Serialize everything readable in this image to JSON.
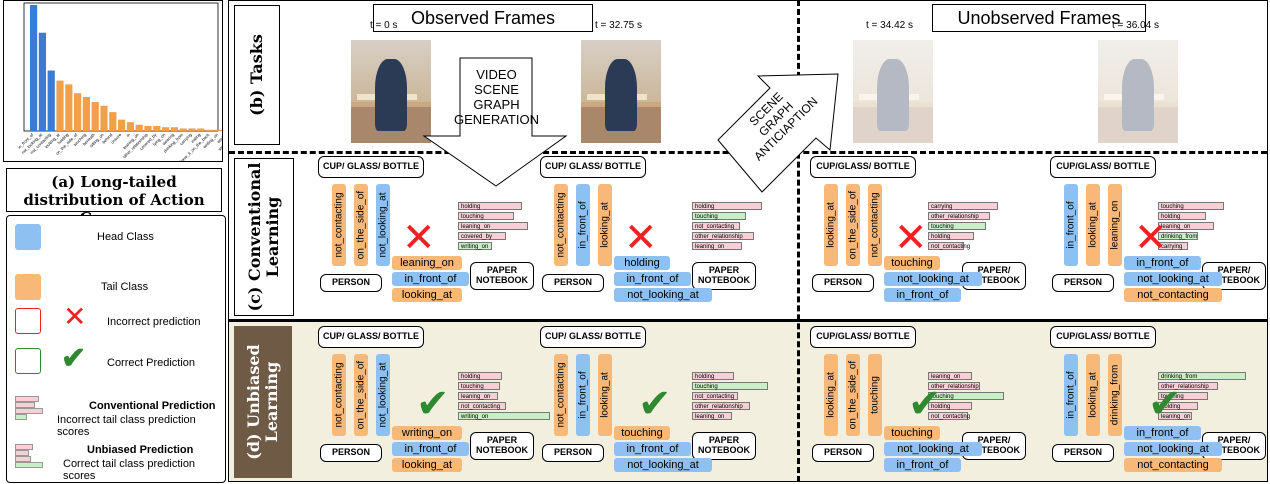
{
  "chart_panel": {
    "caption_line1": "(a) Long-tailed",
    "caption_line2": "distribution of Action Genome",
    "bars": [
      {
        "label": "in_front_of",
        "value": 100,
        "cls": "head"
      },
      {
        "label": "not_looking_at",
        "value": 78,
        "cls": "head"
      },
      {
        "label": "not_contacting",
        "value": 48,
        "cls": "head"
      },
      {
        "label": "looking_at",
        "value": 40,
        "cls": "tail"
      },
      {
        "label": "holding",
        "value": 37,
        "cls": "tail"
      },
      {
        "label": "on_the_side_of",
        "value": 30,
        "cls": "tail"
      },
      {
        "label": "touching",
        "value": 27,
        "cls": "tail"
      },
      {
        "label": "beneath",
        "value": 23,
        "cls": "tail"
      },
      {
        "label": "sitting_on",
        "value": 20,
        "cls": "tail"
      },
      {
        "label": "behind",
        "value": 15,
        "cls": "tail"
      },
      {
        "label": "unsure",
        "value": 9,
        "cls": "tail"
      },
      {
        "label": "in",
        "value": 7,
        "cls": "tail"
      },
      {
        "label": "leaning_on",
        "value": 5,
        "cls": "tail"
      },
      {
        "label": "other_relationship",
        "value": 4,
        "cls": "tail"
      },
      {
        "label": "covered_by",
        "value": 4,
        "cls": "tail"
      },
      {
        "label": "lying_on",
        "value": 3,
        "cls": "tail"
      },
      {
        "label": "wearing",
        "value": 3,
        "cls": "tail"
      },
      {
        "label": "drinking_from",
        "value": 2,
        "cls": "tail"
      },
      {
        "label": "carrying",
        "value": 2,
        "cls": "tail"
      },
      {
        "label": "eating",
        "value": 2,
        "cls": "tail"
      },
      {
        "label": "have_it_on_the_back",
        "value": 1,
        "cls": "tail"
      },
      {
        "label": "writing_on",
        "value": 1,
        "cls": "tail"
      },
      {
        "label": "wiping",
        "value": 1,
        "cls": "tail"
      },
      {
        "label": "standing_on",
        "value": 1,
        "cls": "tail"
      }
    ]
  },
  "chart_data": {
    "type": "bar",
    "categories": [
      "in_front_of",
      "not_looking_at",
      "not_contacting",
      "looking_at",
      "holding",
      "on_the_side_of",
      "touching",
      "beneath",
      "sitting_on",
      "behind",
      "unsure",
      "in",
      "leaning_on",
      "other_relationship",
      "covered_by",
      "lying_on",
      "wearing",
      "drinking_from",
      "carrying",
      "eating",
      "have_it_on_the_back",
      "writing_on",
      "wiping",
      "standing_on"
    ],
    "values": [
      100,
      78,
      48,
      40,
      37,
      30,
      27,
      23,
      20,
      15,
      9,
      7,
      5,
      4,
      4,
      3,
      3,
      2,
      2,
      2,
      1,
      1,
      1,
      1
    ],
    "title": "(a) Long-tailed distribution of Action Genome",
    "xlabel": "",
    "ylabel": "",
    "colors": {
      "head": "#3a7bd5",
      "tail": "#f0a04b"
    }
  },
  "legend": {
    "head_class": "Head Class",
    "tail_class": "Tail Class",
    "incorrect": "Incorrect prediction",
    "correct": "Correct Prediction",
    "conv_title": "Conventional Prediction",
    "conv_desc": "Incorrect tail class prediction scores",
    "unb_title": "Unbiased Prediction",
    "unb_desc": "Correct tail class prediction scores",
    "colors": {
      "head": "#8ec1f2",
      "tail": "#f8b878",
      "red": "#e22222",
      "green": "#2f8a2f"
    }
  },
  "tasks": {
    "row_label": "(b) Tasks",
    "observed": "Observed Frames",
    "unobserved": "Unobserved Frames",
    "times": [
      "t = 0 s",
      "t = 32.75 s",
      "t = 34.42 s",
      "t = 36.04 s"
    ],
    "vsgg_arrow": [
      "VIDEO",
      "SCENE",
      "GRAPH",
      "GENERATION"
    ],
    "sga_arrow": [
      "SCENE",
      "GRAPH",
      "ANTICIAPTION"
    ]
  },
  "conventional": {
    "row_label_1": "(c) Conventional",
    "row_label_2": "Learning",
    "panels": [
      {
        "object": "CUP/ GLASS/ BOTTLE",
        "person": "PERSON",
        "paper": "PAPER NOTEBOOK",
        "vrels": [
          "not_contacting",
          "on_the_side_of",
          "not_looking_at"
        ],
        "hrels": [
          "leaning_on",
          "in_front_of",
          "looking_at"
        ],
        "preds": [
          "holding",
          "touching",
          "leaning_on",
          "covered_by",
          "writing_on"
        ]
      },
      {
        "object": "CUP/ GLASS/ BOTTLE",
        "person": "PERSON",
        "paper": "PAPER NOTEBOOK",
        "vrels": [
          "not_contacting",
          "in_front_of",
          "looking_at"
        ],
        "hrels": [
          "holding",
          "in_front_of",
          "not_looking_at"
        ],
        "preds": [
          "holding",
          "touching",
          "not_contacting",
          "other_relationship",
          "leaning_on"
        ]
      },
      {
        "object": "CUP/GLASS/ BOTTLE",
        "person": "PERSON",
        "paper": "PAPER/ NOTEBOOK",
        "vrels": [
          "looking_at",
          "on_the_side_of",
          "not_contacting"
        ],
        "hrels": [
          "touching",
          "not_looking_at",
          "in_front_of"
        ],
        "preds": [
          "carrying",
          "other_relationship",
          "touching",
          "holding",
          "not_contacting"
        ]
      },
      {
        "object": "CUP/GLASS/ BOTTLE",
        "person": "PERSON",
        "paper": "PAPER/ NOTEBOOK",
        "vrels": [
          "in_front_of",
          "looking_at",
          "leaning_on"
        ],
        "hrels": [
          "in_front_of",
          "not_looking_at",
          "not_contacting"
        ],
        "preds": [
          "touching",
          "holding",
          "leaning_on",
          "drinking_from",
          "carrying"
        ]
      }
    ]
  },
  "unbiased": {
    "row_label_1": "(d) Unbiased",
    "row_label_2": "Learning",
    "panels": [
      {
        "object": "CUP/ GLASS/ BOTTLE",
        "person": "PERSON",
        "paper": "PAPER NOTEBOOK",
        "vrels": [
          "not_contacting",
          "on_the_side_of",
          "not_looking_at"
        ],
        "hrels": [
          "writing_on",
          "in_front_of",
          "looking_at"
        ],
        "preds": [
          "holding",
          "touching",
          "leaning_on",
          "not_contacting",
          "writing_on"
        ]
      },
      {
        "object": "CUP/ GLASS/ BOTTLE",
        "person": "PERSON",
        "paper": "PAPER NOTEBOOK",
        "vrels": [
          "not_contacting",
          "in_front_of",
          "looking_at"
        ],
        "hrels": [
          "touching",
          "in_front_of",
          "not_looking_at"
        ],
        "preds": [
          "holding",
          "touching",
          "not_contacting",
          "other_relationship",
          "leaning_on"
        ]
      },
      {
        "object": "CUP/GLASS/ BOTTLE",
        "person": "PERSON",
        "paper": "PAPER/ NOTEBOOK",
        "vrels": [
          "looking_at",
          "on_the_side_of",
          "touching"
        ],
        "hrels": [
          "touching",
          "not_looking_at",
          "in_front_of"
        ],
        "preds": [
          "leaning_on",
          "other_relationship",
          "touching",
          "holding",
          "not_contacting"
        ]
      },
      {
        "object": "CUP/GLASS/ BOTTLE",
        "person": "PERSON",
        "paper": "PAPER/ NOTEBOOK",
        "vrels": [
          "in_front_of",
          "looking_at",
          "drinking_from"
        ],
        "hrels": [
          "in_front_of",
          "not_looking_at",
          "not_contacting"
        ],
        "preds": [
          "drinking_from",
          "other_relationship",
          "touching",
          "holding",
          "leaning_on"
        ]
      }
    ]
  }
}
